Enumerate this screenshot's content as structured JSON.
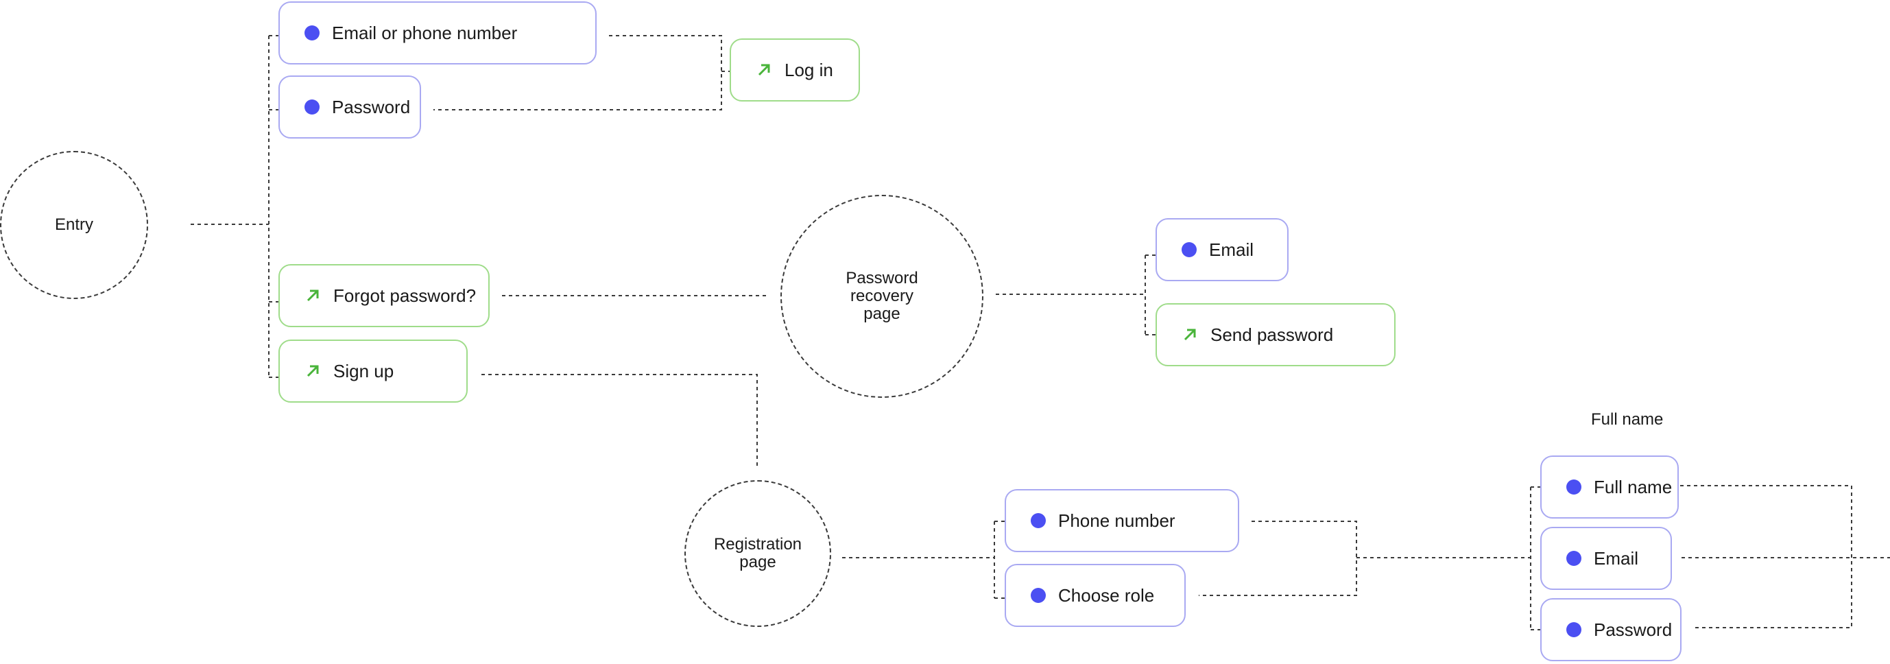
{
  "diagram": {
    "colors": {
      "field_border": "#a9a9f2",
      "action_border": "#9fdc8a",
      "dot": "#4b4ff2",
      "arrow": "#49b43a",
      "connector": "#3a3a3a"
    },
    "circles": {
      "entry": "Entry",
      "password_recovery": "Password\nrecovery\npage",
      "registration": "Registration\npage"
    },
    "login": {
      "email_or_phone": "Email or phone number",
      "password": "Password",
      "log_in": "Log in",
      "forgot_password": "Forgot password?",
      "sign_up": "Sign up"
    },
    "recovery": {
      "email": "Email",
      "send_password": "Send password"
    },
    "registration": {
      "phone_number": "Phone number",
      "choose_role": "Choose role"
    },
    "profile": {
      "heading": "Full name",
      "full_name": "Full name",
      "email": "Email",
      "password": "Password"
    }
  }
}
